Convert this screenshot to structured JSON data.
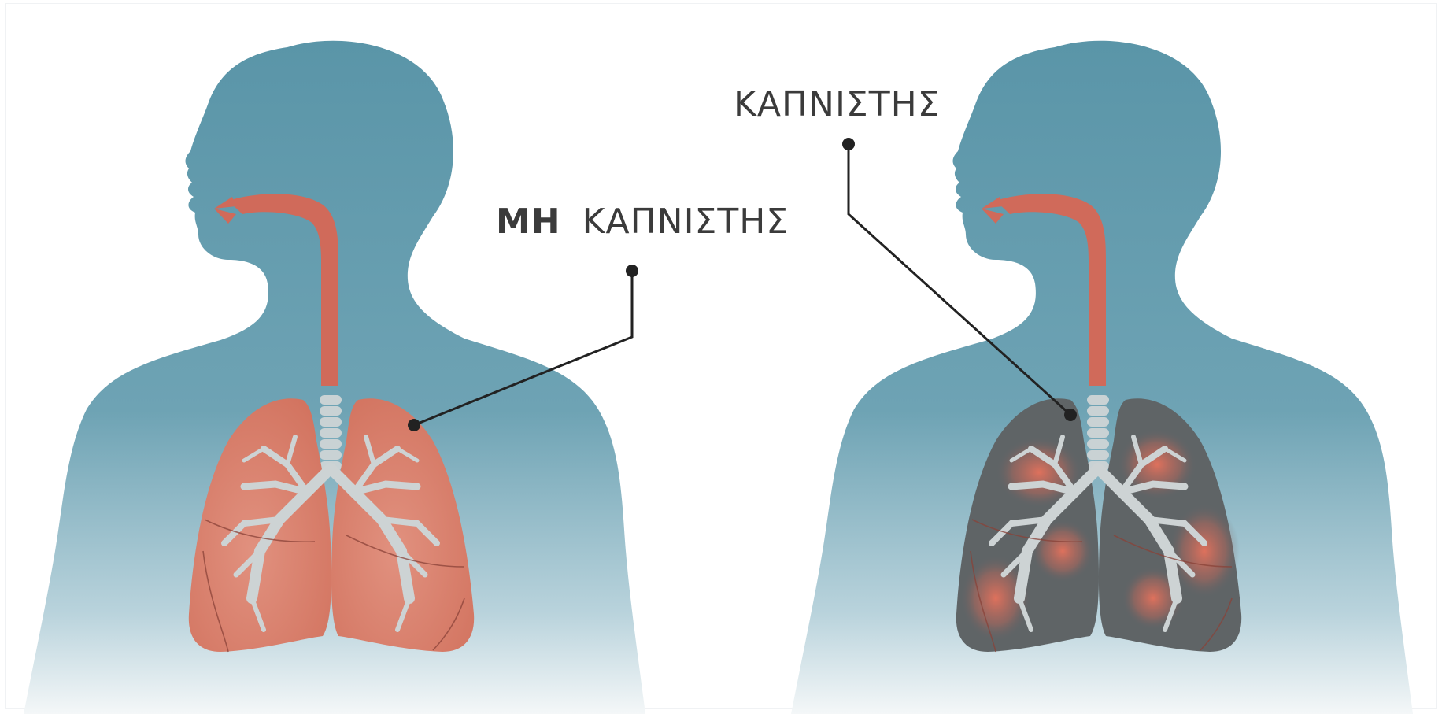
{
  "labels": {
    "non_smoker": {
      "prefix": "ΜΗ",
      "text": "ΚΑΠΝΙΣΤΗΣ"
    },
    "smoker": {
      "text": "ΚΑΠΝΙΣΤΗΣ"
    }
  },
  "colors": {
    "body_top": "#5a95a8",
    "body_bottom": "#f4f7f8",
    "healthy_lung": "#d9806f",
    "smoker_lung": "#5f6466",
    "airway": "#d06a5a",
    "trachea_rings": "#c9d2d4",
    "bronchi": "#cdd3d4",
    "pointer_line": "#222222"
  }
}
